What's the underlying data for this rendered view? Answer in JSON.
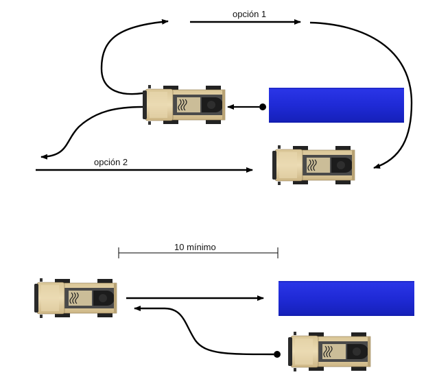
{
  "labels": {
    "option1": "opción 1",
    "option2": "opción 2",
    "min_distance": "10 mínimo"
  },
  "colors": {
    "trailer_blue": "#1f2ad6",
    "truck_tan": "#e4d1a6",
    "truck_dark": "#3a3a3a",
    "line": "#000000"
  },
  "icons": [
    "truck-icon",
    "trailer-icon",
    "arrow-icon",
    "start-dot-icon"
  ]
}
